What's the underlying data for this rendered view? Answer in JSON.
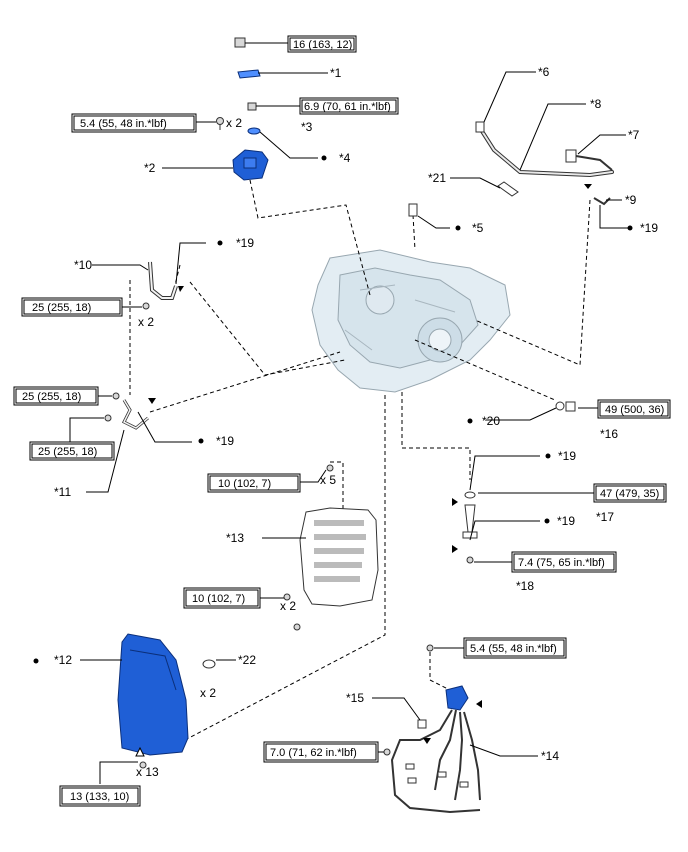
{
  "callouts": {
    "c1": "*1",
    "c2": "*2",
    "c3": "*3",
    "c4": "*4",
    "c5": "*5",
    "c6": "*6",
    "c7": "*7",
    "c8": "*8",
    "c9": "*9",
    "c10": "*10",
    "c11": "*11",
    "c12": "*12",
    "c13": "*13",
    "c14": "*14",
    "c15": "*15",
    "c16": "*16",
    "c17": "*17",
    "c18": "*18",
    "c19": "*19",
    "c20": "*20",
    "c21": "*21",
    "c22": "*22"
  },
  "torque": {
    "t16": "16 (163, 12)",
    "t69": "6.9 (70, 61 in.*lbf)",
    "t54a": "5.4 (55, 48 in.*lbf)",
    "t25a": "25 (255, 18)",
    "t25b": "25 (255, 18)",
    "t25c": "25 (255, 18)",
    "t10a": "10 (102, 7)",
    "t10b": "10 (102, 7)",
    "t49": "49 (500, 36)",
    "t47": "47 (479, 35)",
    "t74": "7.4 (75, 65 in.*lbf)",
    "t54b": "5.4 (55, 48 in.*lbf)",
    "t70": "7.0 (71, 62 in.*lbf)",
    "t13": "13 (133, 10)"
  },
  "quantities": {
    "q_x2_a": "x 2",
    "q_x2_b": "x 2",
    "q_x5": "x 5",
    "q_x2_c": "x 2",
    "q_x2_d": "x 2",
    "q_x13": "x 13"
  },
  "legend_symbol": "●"
}
